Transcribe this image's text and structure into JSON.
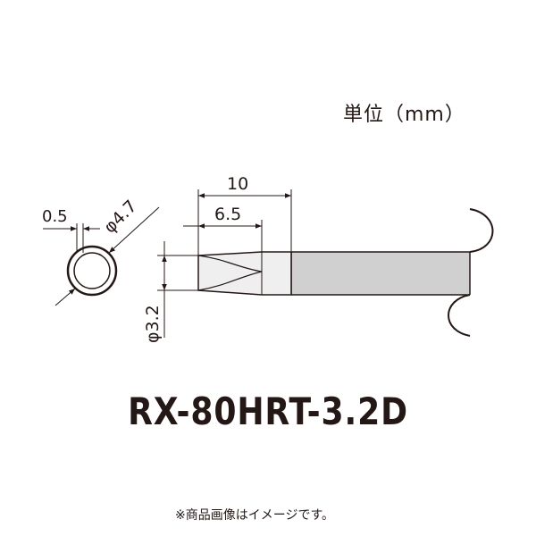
{
  "unit_label": "単位（mm）",
  "dimensions": {
    "total_length": "10",
    "tip_length": "6.5",
    "tip_diameter": "φ3.2",
    "wall_thickness": "0.5",
    "outer_diameter": "φ4.7"
  },
  "model_name": "RX-80HRT-3.2D",
  "disclaimer": "※商品画像はイメージです。",
  "colors": {
    "ink": "#231815",
    "shaft_fill": "#d0d0d0",
    "tip_fill": "#efefef"
  }
}
